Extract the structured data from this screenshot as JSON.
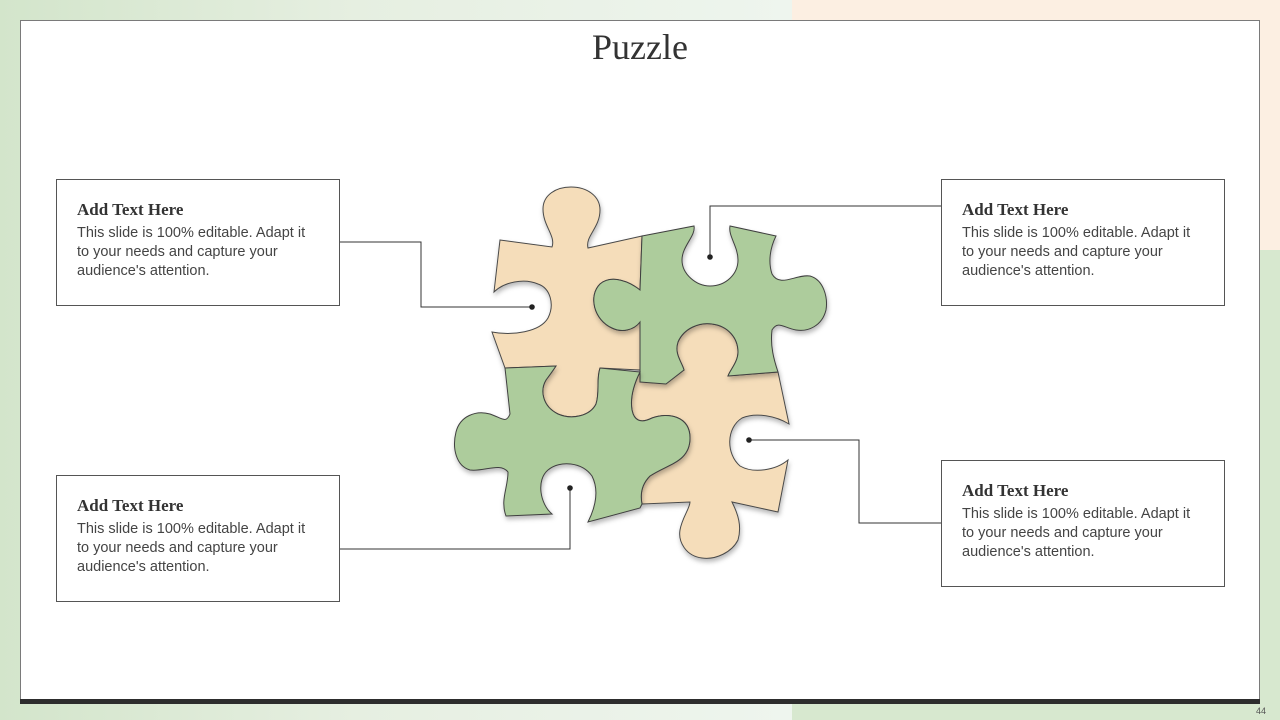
{
  "slide": {
    "title": "Puzzle",
    "page_number": "44"
  },
  "text_boxes": [
    {
      "heading": "Add Text Here",
      "body": "This slide is 100% editable. Adapt it to your needs and capture your audience's attention."
    },
    {
      "heading": "Add Text Here",
      "body": "This slide is 100% editable. Adapt it to your needs and capture your audience's attention."
    },
    {
      "heading": "Add Text Here",
      "body": "This slide is 100% editable. Adapt it to your needs and capture your audience's attention."
    },
    {
      "heading": "Add Text Here",
      "body": "This slide is 100% editable. Adapt it to your needs and capture your audience's attention."
    }
  ],
  "colors": {
    "puzzle_peach": "#f5ddba",
    "puzzle_green": "#adcc9c",
    "frame_green": "#d3e5cb",
    "frame_peach": "#fcefe2"
  }
}
